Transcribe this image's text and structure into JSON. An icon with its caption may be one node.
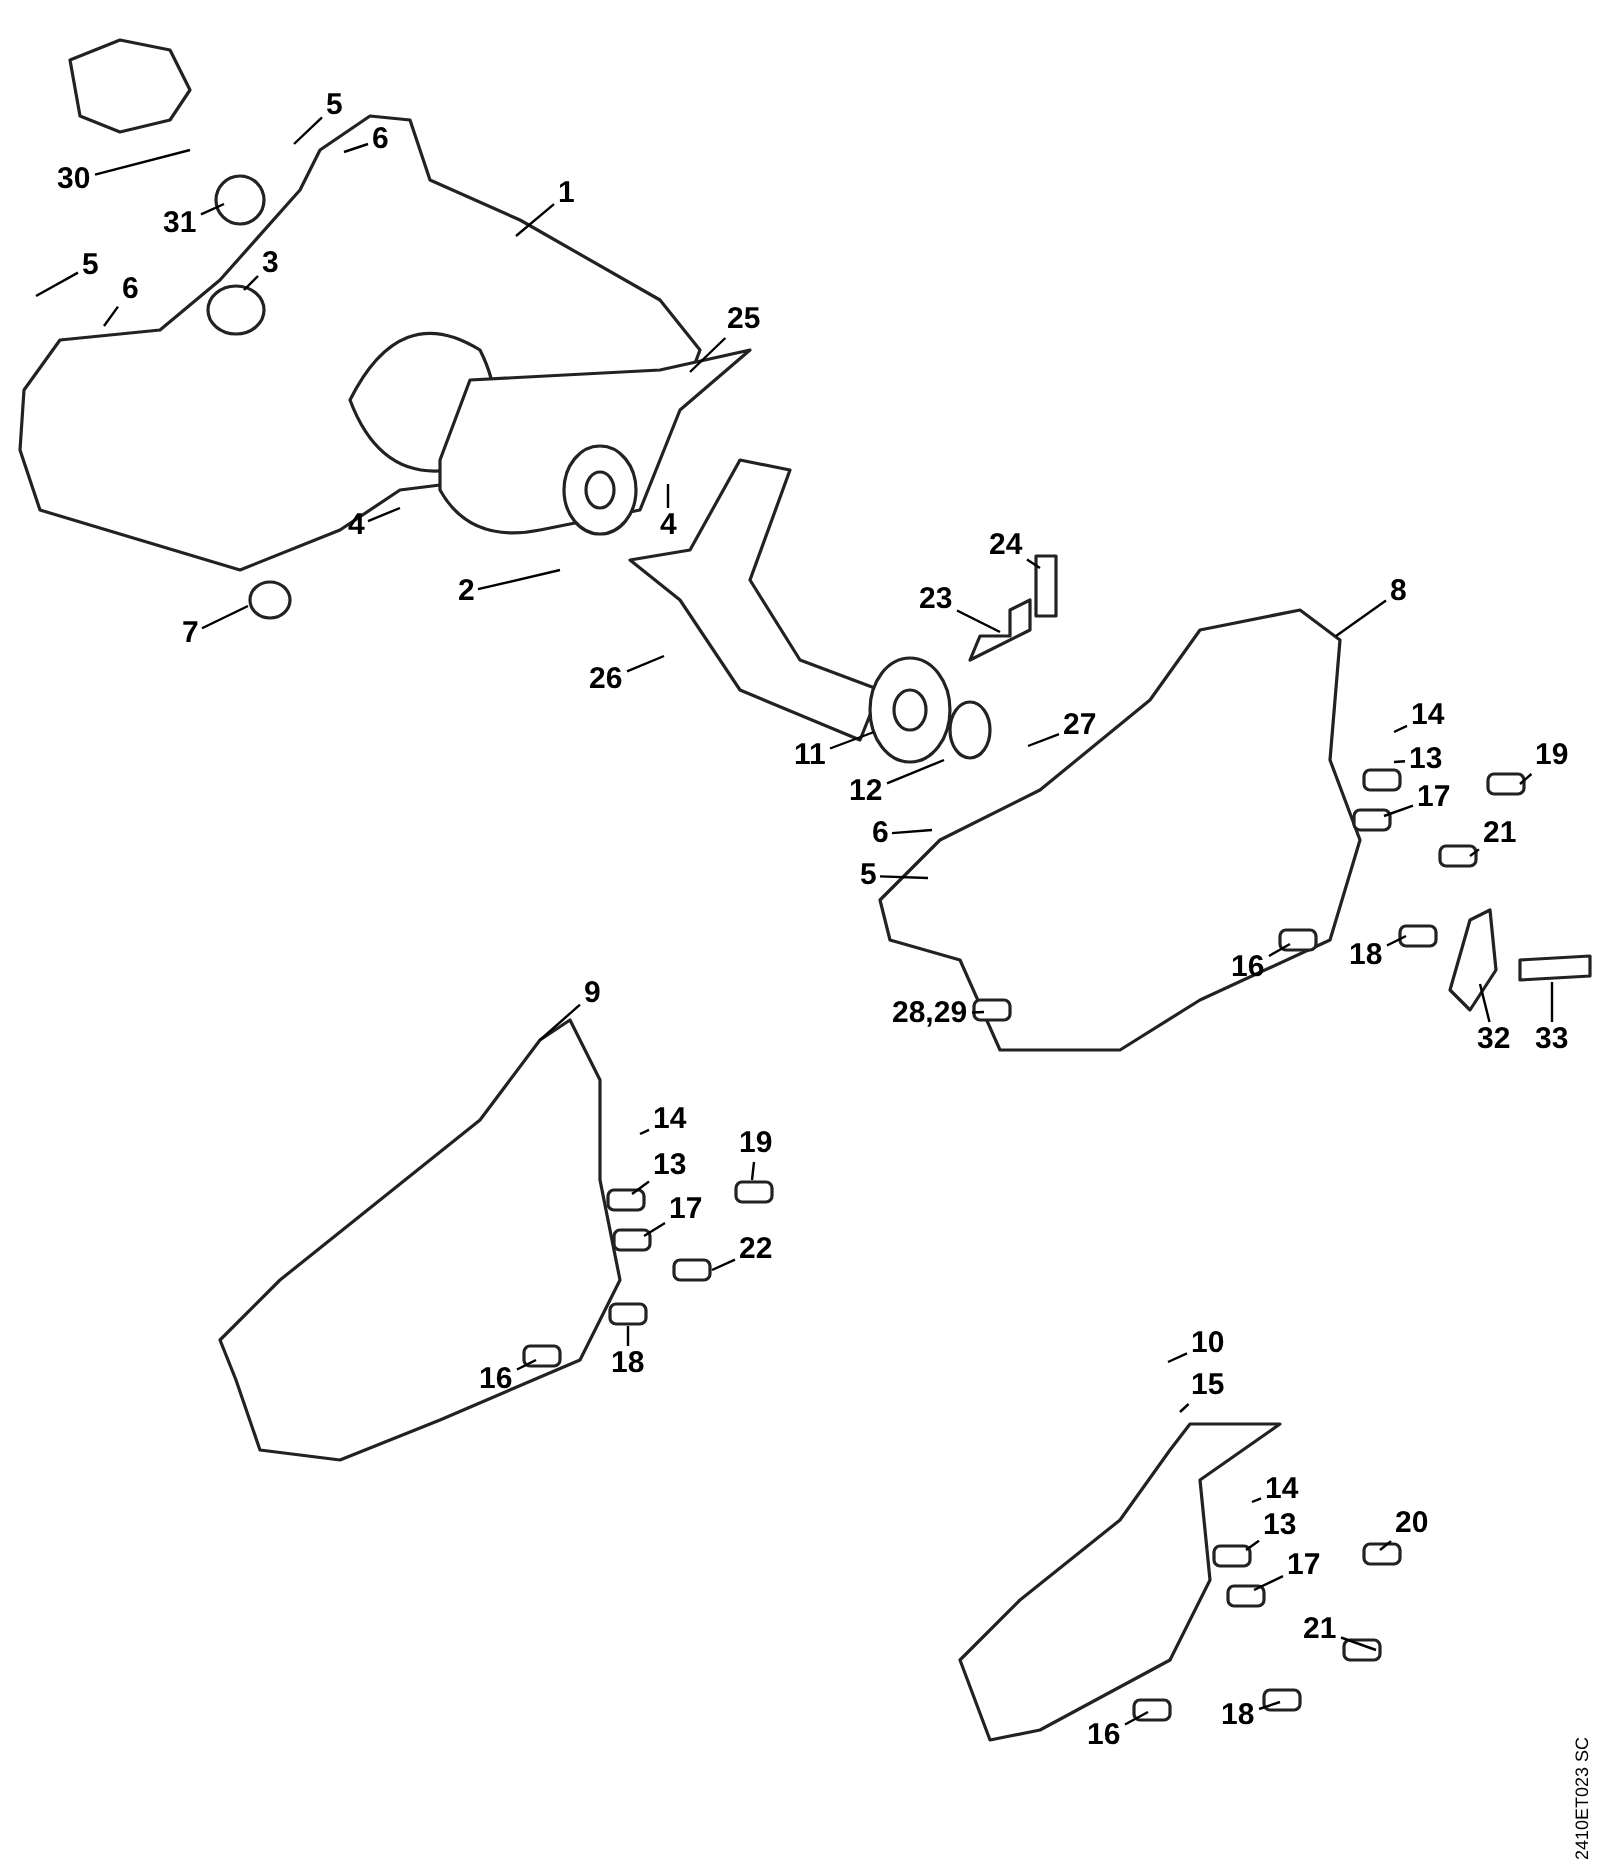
{
  "diagram": {
    "nodes": [
      {
        "text": [
          "5"
        ]
      },
      {
        "text": [
          "6"
        ]
      },
      {
        "text": [
          "30"
        ]
      },
      {
        "text": [
          "31"
        ]
      },
      {
        "text": [
          "1"
        ]
      },
      {
        "text": [
          "5"
        ]
      },
      {
        "text": [
          "6"
        ]
      },
      {
        "text": [
          "3"
        ]
      },
      {
        "text": [
          "25"
        ]
      },
      {
        "text": [
          "4"
        ]
      },
      {
        "text": [
          "4"
        ]
      },
      {
        "text": [
          "2"
        ]
      },
      {
        "text": [
          "7"
        ]
      },
      {
        "text": [
          "24"
        ]
      },
      {
        "text": [
          "23"
        ]
      },
      {
        "text": [
          "8"
        ]
      },
      {
        "text": [
          "26"
        ]
      },
      {
        "text": [
          "27"
        ]
      },
      {
        "text": [
          "11"
        ]
      },
      {
        "text": [
          "12"
        ]
      },
      {
        "text": [
          "14"
        ]
      },
      {
        "text": [
          "13"
        ]
      },
      {
        "text": [
          "19"
        ]
      },
      {
        "text": [
          "17"
        ]
      },
      {
        "text": [
          "6"
        ]
      },
      {
        "text": [
          "5"
        ]
      },
      {
        "text": [
          "21"
        ]
      },
      {
        "text": [
          "16"
        ]
      },
      {
        "text": [
          "18"
        ]
      },
      {
        "text": [
          "28,29"
        ]
      },
      {
        "text": [
          "32"
        ]
      },
      {
        "text": [
          "33"
        ]
      },
      {
        "text": [
          "9"
        ]
      },
      {
        "text": [
          "14"
        ]
      },
      {
        "text": [
          "13"
        ]
      },
      {
        "text": [
          "19"
        ]
      },
      {
        "text": [
          "17"
        ]
      },
      {
        "text": [
          "22"
        ]
      },
      {
        "text": [
          "16"
        ]
      },
      {
        "text": [
          "18"
        ]
      },
      {
        "text": [
          "10"
        ]
      },
      {
        "text": [
          "15"
        ]
      },
      {
        "text": [
          "14"
        ]
      },
      {
        "text": [
          "13"
        ]
      },
      {
        "text": [
          "20"
        ]
      },
      {
        "text": [
          "17"
        ]
      },
      {
        "text": [
          "21"
        ]
      },
      {
        "text": [
          "16"
        ]
      },
      {
        "text": [
          "18"
        ]
      }
    ],
    "edges": [
      {
        "from": 0,
        "to": null,
        "arrow": "none"
      },
      {
        "from": 1,
        "to": null,
        "arrow": "none"
      },
      {
        "from": 2,
        "to": null,
        "arrow": "none"
      },
      {
        "from": 3,
        "to": null,
        "arrow": "none"
      },
      {
        "from": 4,
        "to": null,
        "arrow": "none"
      },
      {
        "from": 5,
        "to": null,
        "arrow": "none"
      },
      {
        "from": 6,
        "to": null,
        "arrow": "none"
      },
      {
        "from": 7,
        "to": null,
        "arrow": "none"
      },
      {
        "from": 8,
        "to": null,
        "arrow": "none"
      },
      {
        "from": 9,
        "to": null,
        "arrow": "none"
      },
      {
        "from": 10,
        "to": null,
        "arrow": "none"
      },
      {
        "from": 11,
        "to": null,
        "arrow": "none"
      },
      {
        "from": 12,
        "to": null,
        "arrow": "none"
      },
      {
        "from": 13,
        "to": null,
        "arrow": "none"
      },
      {
        "from": 14,
        "to": null,
        "arrow": "none"
      },
      {
        "from": 15,
        "to": null,
        "arrow": "none"
      },
      {
        "from": 16,
        "to": null,
        "arrow": "none"
      },
      {
        "from": 17,
        "to": null,
        "arrow": "none"
      },
      {
        "from": 18,
        "to": null,
        "arrow": "none"
      },
      {
        "from": 19,
        "to": null,
        "arrow": "none"
      },
      {
        "from": 20,
        "to": null,
        "arrow": "none"
      },
      {
        "from": 21,
        "to": null,
        "arrow": "none"
      },
      {
        "from": 22,
        "to": null,
        "arrow": "none"
      },
      {
        "from": 23,
        "to": null,
        "arrow": "none"
      },
      {
        "from": 24,
        "to": null,
        "arrow": "none"
      },
      {
        "from": 25,
        "to": null,
        "arrow": "none"
      },
      {
        "from": 26,
        "to": null,
        "arrow": "none"
      },
      {
        "from": 27,
        "to": null,
        "arrow": "none"
      },
      {
        "from": 28,
        "to": null,
        "arrow": "none"
      },
      {
        "from": 29,
        "to": null,
        "arrow": "none"
      },
      {
        "from": 30,
        "to": null,
        "arrow": "none"
      },
      {
        "from": 31,
        "to": null,
        "arrow": "none"
      },
      {
        "from": 32,
        "to": null,
        "arrow": "none"
      },
      {
        "from": 33,
        "to": null,
        "arrow": "none"
      },
      {
        "from": 34,
        "to": null,
        "arrow": "none"
      },
      {
        "from": 35,
        "to": null,
        "arrow": "none"
      },
      {
        "from": 36,
        "to": null,
        "arrow": "none"
      },
      {
        "from": 37,
        "to": null,
        "arrow": "none"
      },
      {
        "from": 38,
        "to": null,
        "arrow": "none"
      },
      {
        "from": 39,
        "to": null,
        "arrow": "none"
      },
      {
        "from": 40,
        "to": null,
        "arrow": "none"
      },
      {
        "from": 41,
        "to": null,
        "arrow": "none"
      },
      {
        "from": 42,
        "to": null,
        "arrow": "none"
      },
      {
        "from": 43,
        "to": null,
        "arrow": "none"
      },
      {
        "from": 44,
        "to": null,
        "arrow": "none"
      },
      {
        "from": 45,
        "to": null,
        "arrow": "none"
      },
      {
        "from": 46,
        "to": null,
        "arrow": "none"
      },
      {
        "from": 47,
        "to": null,
        "arrow": "none"
      },
      {
        "from": 48,
        "to": null,
        "arrow": "none"
      }
    ],
    "labels": [
      "2410ET023 SC"
    ]
  }
}
